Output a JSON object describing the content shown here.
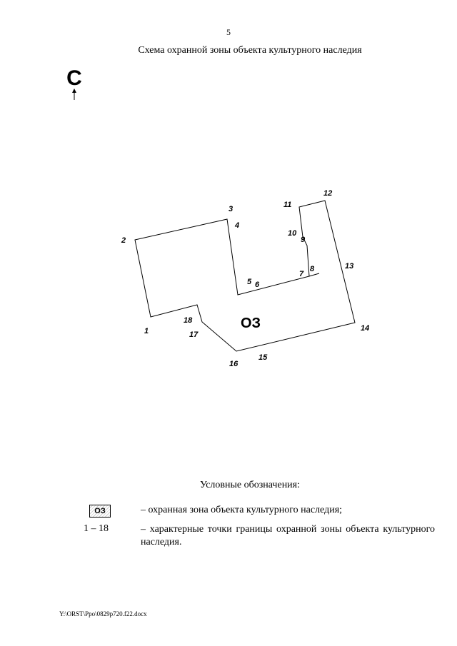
{
  "page_number": "5",
  "title": "Схема охранной зоны объекта культурного наследия",
  "north_label": "С",
  "zone": {
    "label": "ОЗ",
    "points": [
      "1",
      "2",
      "3",
      "4",
      "5",
      "6",
      "7",
      "8",
      "9",
      "10",
      "11",
      "12",
      "13",
      "14",
      "15",
      "16",
      "17",
      "18"
    ]
  },
  "legend": {
    "heading": "Условные обозначения:",
    "swatch_label": "ОЗ",
    "zone_desc": "– охранная зона объекта культурного наследия;",
    "points_range": "1 – 18",
    "points_desc": "– характерные точки границы охранной зоны объекта культурного наследия."
  },
  "footer": "Y:\\ORST\\Ppo\\0829p720.f22.docx"
}
